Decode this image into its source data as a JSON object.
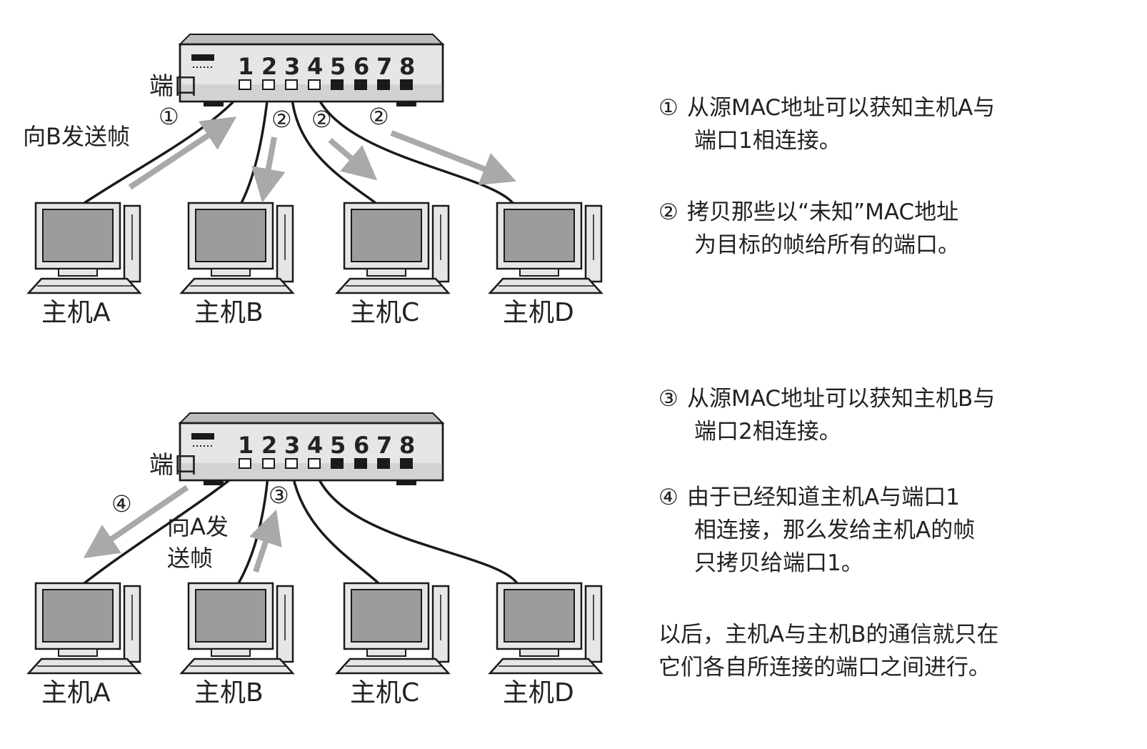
{
  "scenario_top": {
    "port_label": "端口",
    "port_numbers": [
      "1",
      "2",
      "3",
      "4",
      "5",
      "6",
      "7",
      "8"
    ],
    "send_label": "向B发送帧",
    "step_markers": [
      "①",
      "②",
      "②",
      "②"
    ],
    "hosts": [
      "主机A",
      "主机B",
      "主机C",
      "主机D"
    ]
  },
  "scenario_bottom": {
    "port_label": "端口",
    "port_numbers": [
      "1",
      "2",
      "3",
      "4",
      "5",
      "6",
      "7",
      "8"
    ],
    "send_label_line1": "向A发",
    "send_label_line2": "送帧",
    "step_markers": [
      "④",
      "③"
    ],
    "hosts": [
      "主机A",
      "主机B",
      "主机C",
      "主机D"
    ]
  },
  "notes": [
    {
      "marker": "①",
      "lines": [
        "从源MAC地址可以获知主机A与",
        "端口1相连接。"
      ]
    },
    {
      "marker": "②",
      "lines": [
        "拷贝那些以“未知”MAC地址",
        "为目标的帧给所有的端口。"
      ]
    },
    {
      "marker": "③",
      "lines": [
        "从源MAC地址可以获知主机B与",
        "端口2相连接。"
      ]
    },
    {
      "marker": "④",
      "lines": [
        "由于已经知道主机A与端口1",
        "相连接，那么发给主机A的帧",
        "只拷贝给端口1。"
      ]
    },
    {
      "marker": "",
      "lines": [
        "以后，主机A与主机B的通信就只在",
        "它们各自所连接的端口之间进行。"
      ]
    }
  ],
  "colors": {
    "line": "#1a1a1a",
    "arrow": "#a9a9a9",
    "screen": "#9c9c9c",
    "device": "#e6e6e6"
  }
}
